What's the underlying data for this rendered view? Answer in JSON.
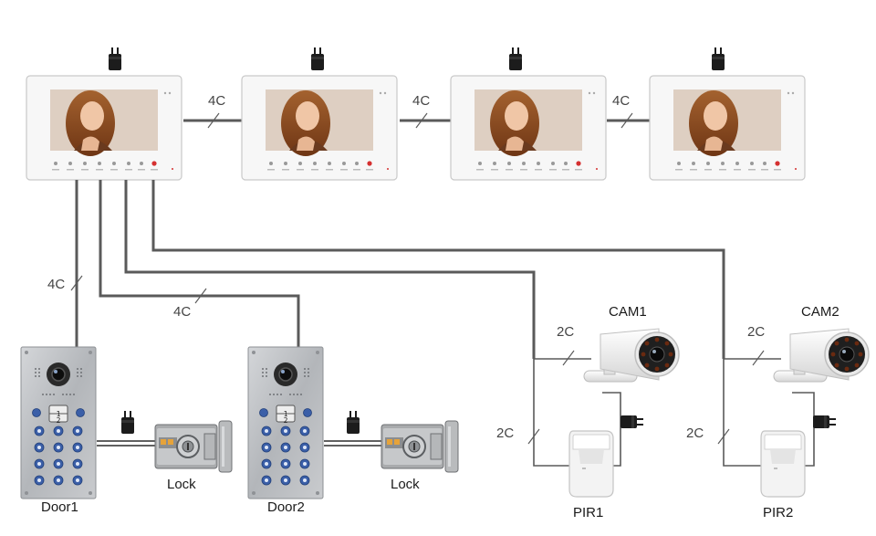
{
  "wire_labels": {
    "m1_m2": "4C",
    "m2_m3": "4C",
    "m3_m4": "4C",
    "door1": "4C",
    "door2": "4C",
    "cam1": "2C",
    "pir1": "2C",
    "cam2": "2C",
    "pir2": "2C"
  },
  "devices": {
    "door1": "Door1",
    "door2": "Door2",
    "lock1": "Lock",
    "lock2": "Lock",
    "cam1": "CAM1",
    "cam2": "CAM2",
    "pir1": "PIR1",
    "pir2": "PIR2"
  },
  "keypad_keys": [
    "1",
    "2"
  ],
  "colors": {
    "wire": "#5a5a5a",
    "monitor_frame": "#f6f6f6",
    "panel_metal": "#b9bcc0",
    "key_blue": "#3b5fa8"
  }
}
